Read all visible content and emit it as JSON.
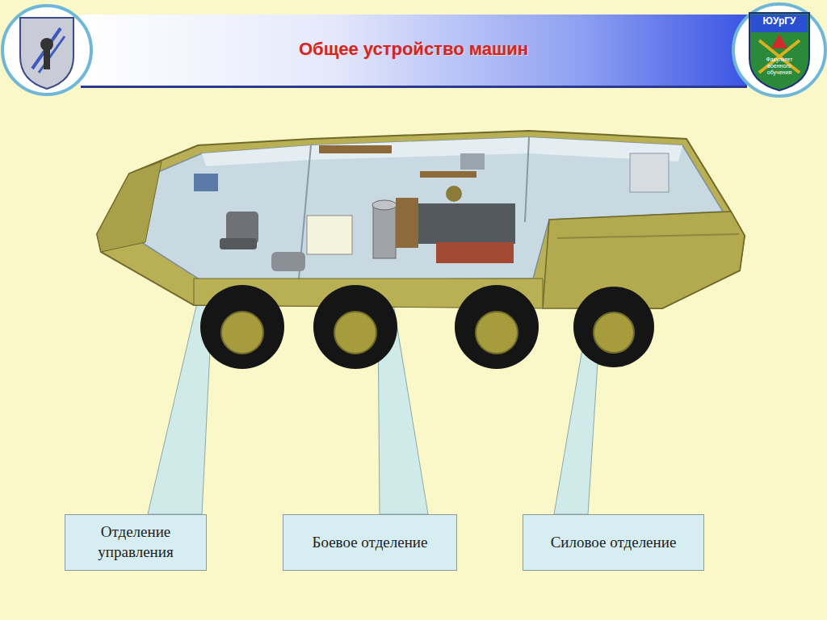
{
  "diagram": {
    "title": "Общее устройство машин",
    "nodes": [
      {
        "text": [
          "Отделение управления"
        ]
      },
      {
        "text": [
          "Боевое отделение"
        ]
      },
      {
        "text": [
          "Силовое отделение"
        ]
      }
    ],
    "labels": [
      "ЮУрГУ",
      "Факультет военного обучения"
    ]
  }
}
